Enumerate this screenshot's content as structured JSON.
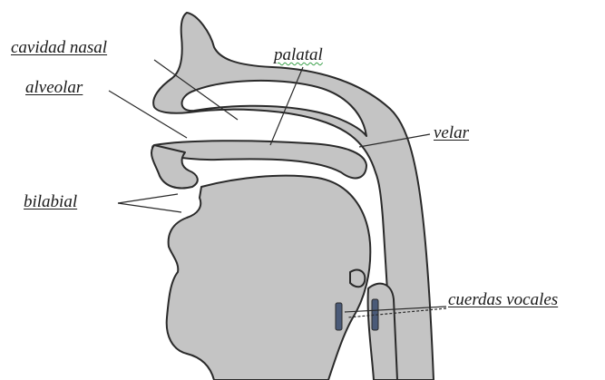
{
  "labels": {
    "nasal_cavity": "cavidad nasal",
    "alveolar": "alveolar",
    "palatal": "palatal",
    "velar": "velar",
    "bilabial": "bilabial",
    "vocal_cords": "cuerdas vocales"
  },
  "colors": {
    "tissue": "#c4c4c4",
    "outline": "#2a2a2a",
    "vocal_fold": "#4a5a78",
    "spellcheck": "#3aa04a"
  }
}
